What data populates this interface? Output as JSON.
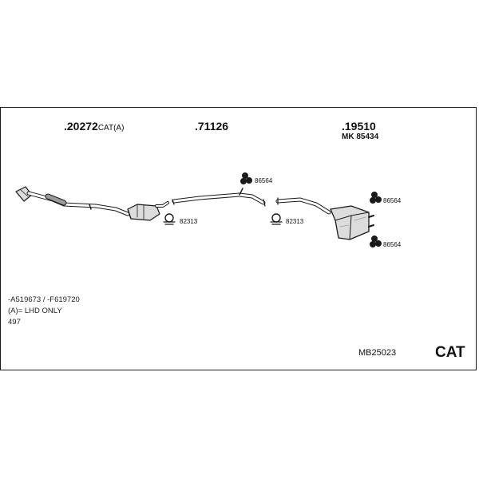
{
  "parts": {
    "catalyst": {
      "number": ".20272",
      "suffix": "CAT(A)"
    },
    "middle_pipe": {
      "number": ".71126"
    },
    "rear_silencer": {
      "number": ".19510",
      "kit": "MK 85434"
    }
  },
  "fittings": {
    "clamp_1": "82313",
    "clamp_2": "82313",
    "hanger_1": "86564",
    "hanger_2": "86564",
    "hanger_3": "86564"
  },
  "notes": {
    "line1": "-A519673 / -F619720",
    "line2": "(A)= LHD ONLY",
    "line3": "497"
  },
  "footer": {
    "system_code": "MB25023",
    "badge": "CAT"
  },
  "colors": {
    "stroke": "#1a1a1a",
    "part_fill": "#dcdcdc",
    "part_shade": "#9a9a9a"
  }
}
